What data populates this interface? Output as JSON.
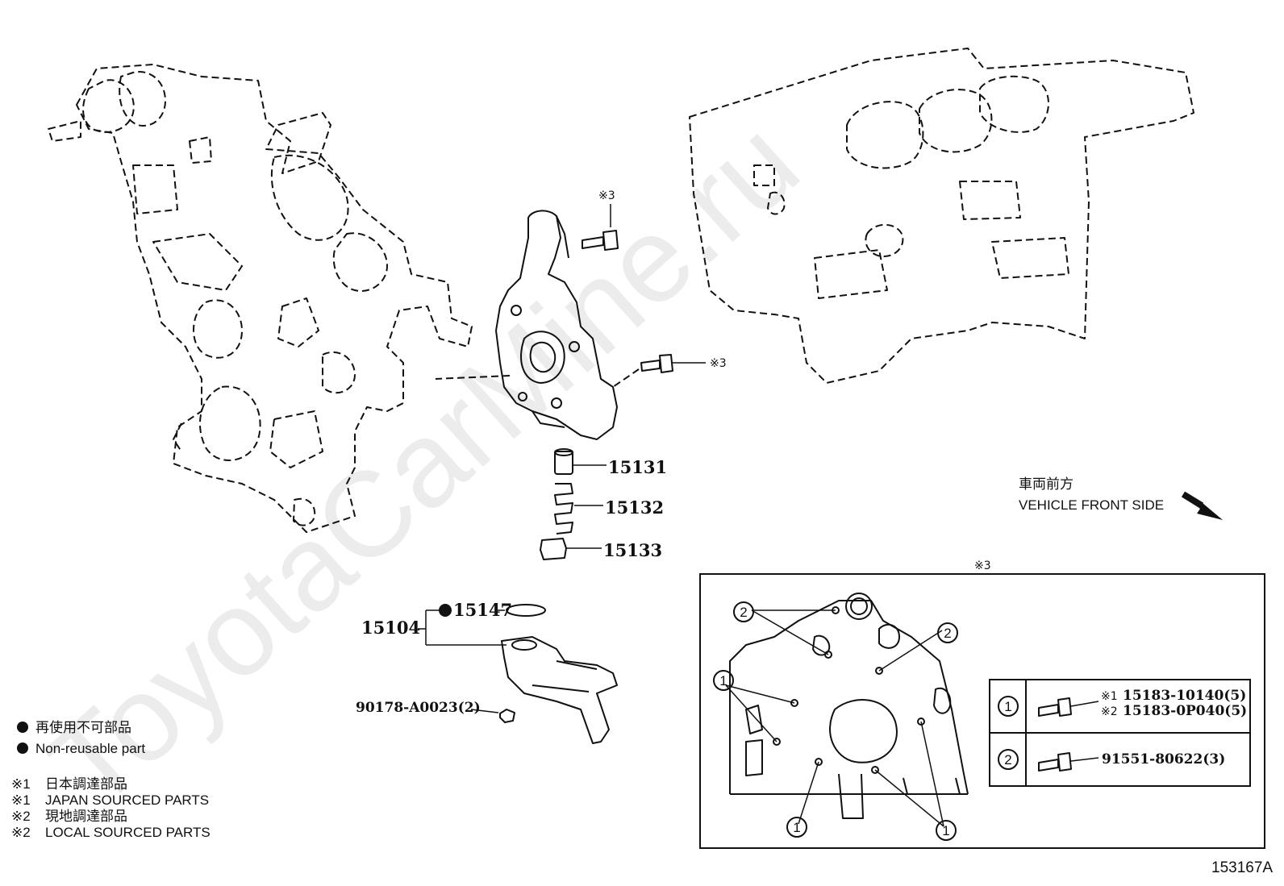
{
  "parts": {
    "p15131": "15131",
    "p15132": "15132",
    "p15133": "15133",
    "p15104": "15104",
    "p15147": "15147",
    "p90178": "90178-A0023(2)"
  },
  "marks": {
    "ref3_top": "※3",
    "ref3_bolt": "※3",
    "ref3_inset": "※3"
  },
  "direction": {
    "jp": "車両前方",
    "en": "VEHICLE FRONT SIDE"
  },
  "legend": {
    "nonreusable_jp": "再使用不可部品",
    "nonreusable_en": "Non-reusable part",
    "note1_mark": "※1",
    "note1_jp": "日本調達部品",
    "note1b_mark": "※1",
    "note1_en": "JAPAN SOURCED PARTS",
    "note2_mark": "※2",
    "note2_jp": "現地調達部品",
    "note2b_mark": "※2",
    "note2_en": "LOCAL SOURCED PARTS"
  },
  "inset": {
    "circle1": "1",
    "circle2": "2",
    "table": {
      "row1_num": "1",
      "row1_line1_mark": "※1",
      "row1_line1_part": "15183-10140(5)",
      "row1_line2_mark": "※2",
      "row1_line2_part": "15183-0P040(5)",
      "row2_num": "2",
      "row2_part": "91551-80622(3)"
    }
  },
  "figure_code": "153167A",
  "watermark": "ToyotaCarMine.ru",
  "colors": {
    "line": "#111111",
    "background": "#ffffff"
  }
}
